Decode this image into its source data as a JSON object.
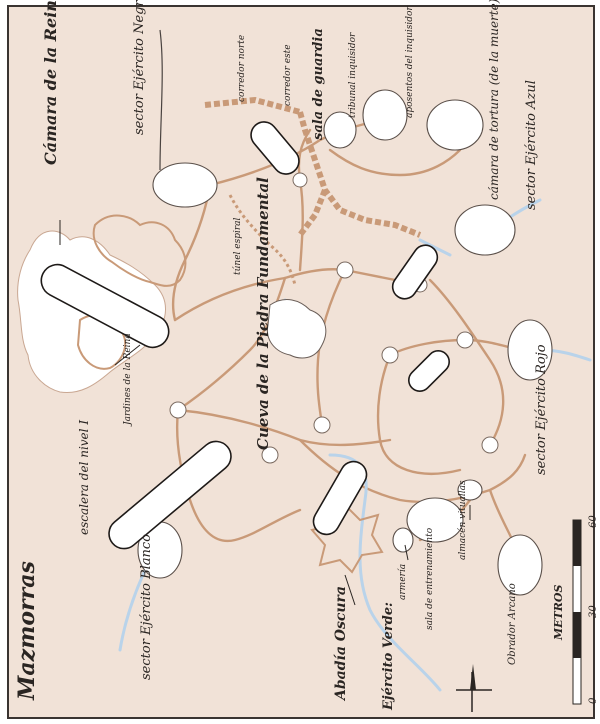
{
  "map": {
    "title": "Mazmorras",
    "colors": {
      "parchment": "#f1e2d7",
      "tunnel": "#c99a78",
      "blue_tunnel": "#b9d3ea",
      "ink": "#2a2522",
      "room_fill": "#ffffff",
      "frame": "#3a3431"
    },
    "labels": {
      "camara_reina": "Cámara de la Reina",
      "sector_negro": "sector Ejército Negro",
      "corredor_norte": "corredor norte",
      "corredor_este": "corredor este",
      "sala_guardia": "sala de guardia",
      "tribunal": "tribunal inquisidor",
      "aposentos": "aposentos del inquisidor",
      "camara_tortura": "cámara de tortura (de la muerte)",
      "sector_azul": "sector Ejército Azul",
      "tunel_espiral": "túnel espiral",
      "jardines": "Jardines de la Reina",
      "cueva": "Cueva de la Piedra Fundamental",
      "sector_rojo": "sector Ejército Rojo",
      "escalera": "escalera del nivel I",
      "sector_blanco": "sector Ejército Blanco",
      "abadia": "Abadía Oscura",
      "ejercito_verde": "Ejército Verde:",
      "armeria": "armería",
      "sala_entrenamiento": "sala de entrenamiento",
      "almacen": "almacén vituallas",
      "obrador": "Obrador Arcano"
    },
    "scale": {
      "unit_label": "METROS",
      "ticks": [
        "0",
        "30",
        "60"
      ]
    },
    "compass_icon": "north-arrow-icon"
  }
}
